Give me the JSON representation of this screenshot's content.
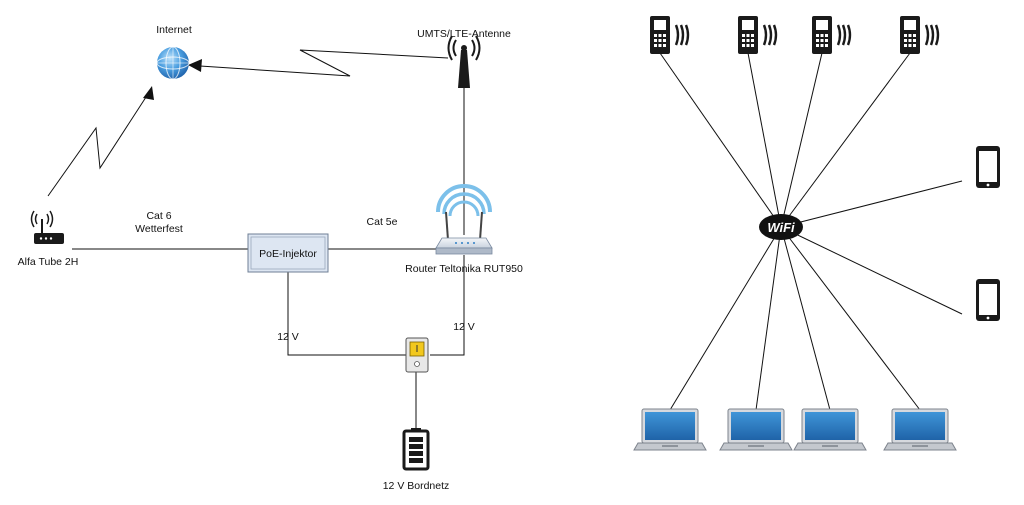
{
  "labels": {
    "internet": "Internet",
    "antenna": "UMTS/LTE-Antenne",
    "alfa": "Alfa Tube 2H",
    "cat6_line1": "Cat 6",
    "cat6_line2": "Wetterfest",
    "cat5e": "Cat 5e",
    "poe": "PoE-Injektor",
    "router": "Router Teltonika RUT950",
    "v12_left": "12 V",
    "v12_right": "12 V",
    "bordnetz": "12 V Bordnetz",
    "wifi": "WiFi"
  },
  "colors": {
    "line": "#111111",
    "poe_fill": "#dde6f2",
    "poe_border": "#6f7f95",
    "laptop_screen": "#2e7fc6",
    "wifi_arcs": "#7cc0ea",
    "switch_yellow": "#f2c81e",
    "globe": "#3b8ed6"
  },
  "icons": {
    "feature_phone": "feature-phone-icon",
    "smartphone": "smartphone-icon",
    "laptop": "laptop-icon",
    "globe": "globe-icon",
    "tower": "antenna-tower-icon",
    "router": "router-icon",
    "battery": "battery-icon",
    "switch": "switch-icon",
    "wifi": "wifi-hub-icon"
  }
}
